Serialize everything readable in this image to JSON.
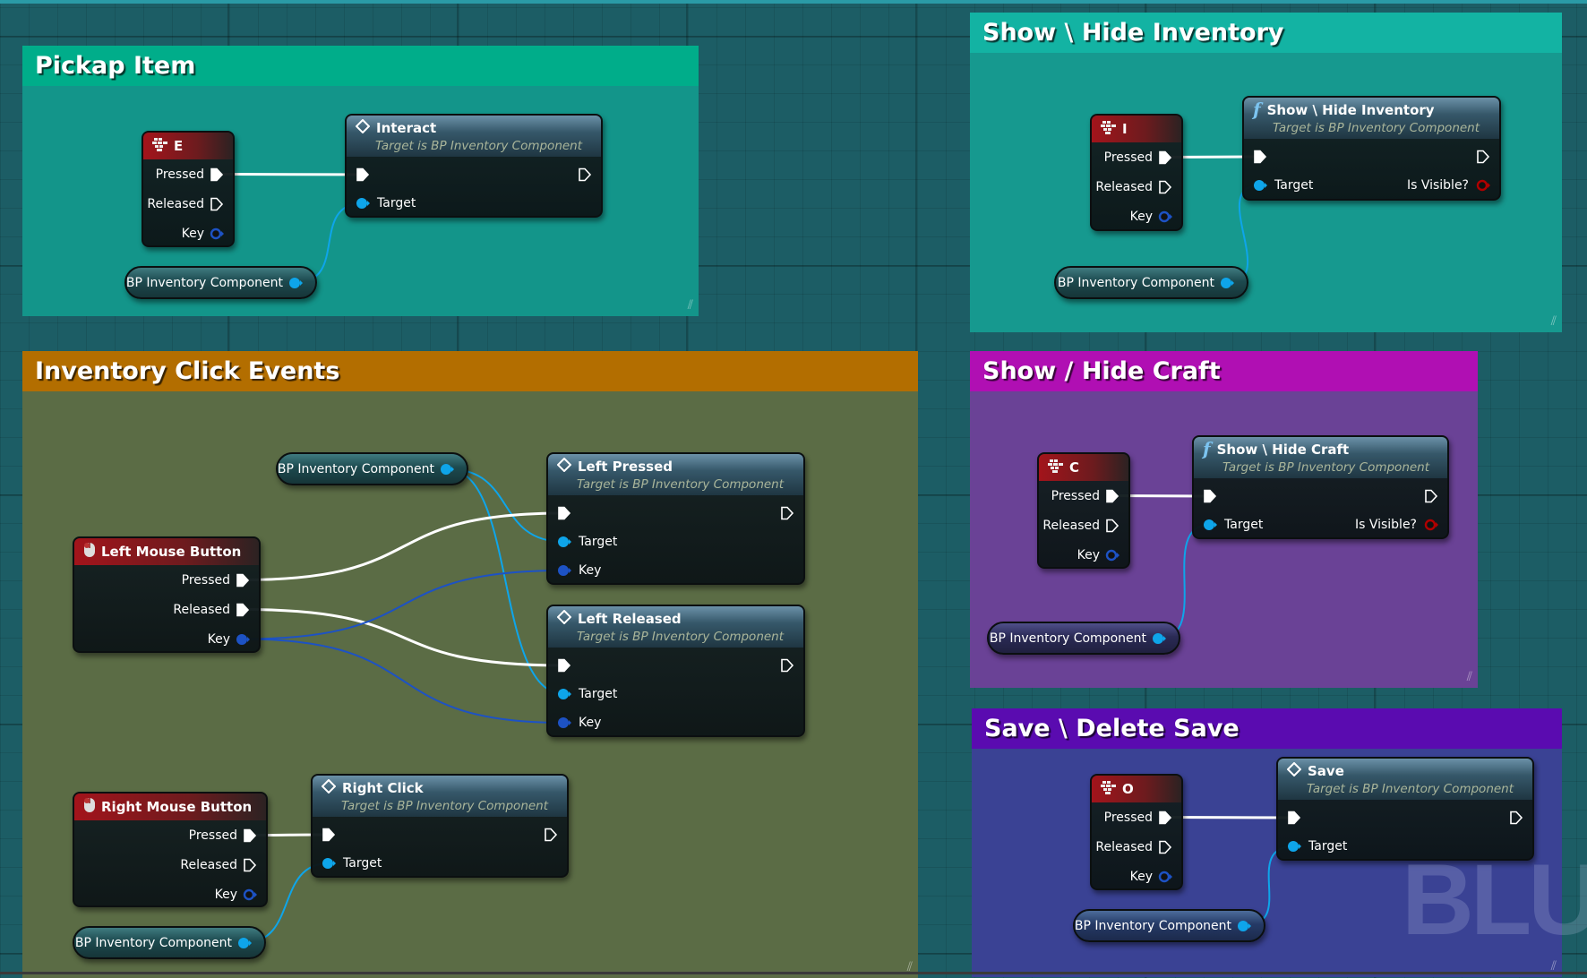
{
  "comments": [
    {
      "id": "c_pickup",
      "title": "Pickap Item",
      "header_color": "#00ad8a",
      "body_color": "#13958a"
    },
    {
      "id": "c_inventory",
      "title": "Show \\ Hide Inventory",
      "header_color": "#13b3a3",
      "body_color": "#16998f"
    },
    {
      "id": "c_click",
      "title": "Inventory Click Events",
      "header_color": "#b36e00",
      "body_color": "#5b6c45"
    },
    {
      "id": "c_craft",
      "title": "Show / Hide Craft",
      "header_color": "#b00fb3",
      "body_color": "#6a4296"
    },
    {
      "id": "c_save",
      "title": "Save \\ Delete Save",
      "header_color": "#5a0bb0",
      "body_color": "#3a4294"
    }
  ],
  "nodes": [
    {
      "id": "key_e",
      "kind": "key",
      "icon": "keyboard-icon",
      "title": "E",
      "pins": {
        "pressed": "Pressed",
        "released": "Released",
        "key": "Key"
      }
    },
    {
      "id": "interact",
      "kind": "func",
      "icon": "event-diamond-icon",
      "title": "Interact",
      "subtitle": "Target is BP Inventory Component",
      "inputs": [
        "Target"
      ]
    },
    {
      "id": "var_pickup",
      "kind": "var",
      "label": "BP Inventory Component"
    },
    {
      "id": "key_i",
      "kind": "key",
      "icon": "keyboard-icon",
      "title": "I",
      "pins": {
        "pressed": "Pressed",
        "released": "Released",
        "key": "Key"
      }
    },
    {
      "id": "showinv",
      "kind": "func",
      "icon": "function-icon",
      "title": "Show \\ Hide Inventory",
      "subtitle": "Target is BP Inventory Component",
      "inputs": [
        "Target"
      ],
      "output": "Is Visible?"
    },
    {
      "id": "var_inv",
      "kind": "var",
      "label": "BP Inventory Component"
    },
    {
      "id": "var_click1",
      "kind": "var",
      "label": "BP Inventory Component"
    },
    {
      "id": "lmb",
      "kind": "key",
      "icon": "mouse-icon",
      "title": "Left Mouse Button",
      "pins": {
        "pressed": "Pressed",
        "released": "Released",
        "key": "Key"
      }
    },
    {
      "id": "leftpressed",
      "kind": "func",
      "icon": "event-diamond-icon",
      "title": "Left Pressed",
      "subtitle": "Target is BP Inventory Component",
      "inputs": [
        "Target",
        "Key"
      ]
    },
    {
      "id": "leftreleased",
      "kind": "func",
      "icon": "event-diamond-icon",
      "title": "Left Released",
      "subtitle": "Target is BP Inventory Component",
      "inputs": [
        "Target",
        "Key"
      ]
    },
    {
      "id": "rmb",
      "kind": "key",
      "icon": "mouse-icon",
      "title": "Right Mouse Button",
      "pins": {
        "pressed": "Pressed",
        "released": "Released",
        "key": "Key"
      }
    },
    {
      "id": "rightclick",
      "kind": "func",
      "icon": "event-diamond-icon",
      "title": "Right Click",
      "subtitle": "Target is BP Inventory Component",
      "inputs": [
        "Target"
      ]
    },
    {
      "id": "var_click2",
      "kind": "var",
      "label": "BP Inventory Component"
    },
    {
      "id": "key_c",
      "kind": "key",
      "icon": "keyboard-icon",
      "title": "C",
      "pins": {
        "pressed": "Pressed",
        "released": "Released",
        "key": "Key"
      }
    },
    {
      "id": "showcraft",
      "kind": "func",
      "icon": "function-icon",
      "title": "Show \\ Hide Craft",
      "subtitle": "Target is BP Inventory Component",
      "inputs": [
        "Target"
      ],
      "output": "Is Visible?"
    },
    {
      "id": "var_craft",
      "kind": "var",
      "label": "BP Inventory Component"
    },
    {
      "id": "key_o",
      "kind": "key",
      "icon": "keyboard-icon",
      "title": "O",
      "pins": {
        "pressed": "Pressed",
        "released": "Released",
        "key": "Key"
      }
    },
    {
      "id": "save",
      "kind": "func",
      "icon": "event-diamond-icon",
      "title": "Save",
      "subtitle": "Target is BP Inventory Component",
      "inputs": [
        "Target"
      ]
    },
    {
      "id": "var_save",
      "kind": "var",
      "label": "BP Inventory Component"
    }
  ],
  "watermark": "BLUEPRINT",
  "colors": {
    "exec_wire": "#ffffff",
    "object_pin": "#0ea5ea",
    "struct_pin": "#1d52c4",
    "bool_pin": "#8c0000"
  }
}
